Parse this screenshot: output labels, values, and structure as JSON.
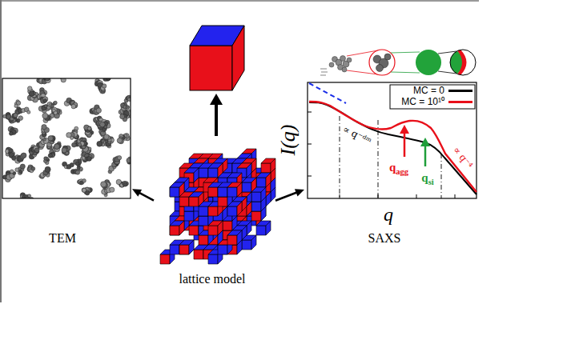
{
  "diagram": {
    "nodes": [
      {
        "text": [
          "TEM"
        ]
      },
      {
        "text": [
          "lattice model"
        ]
      },
      {
        "text": [
          "SAXS"
        ]
      }
    ],
    "edges": [
      {
        "from": 1,
        "to": 0,
        "arrow": "to"
      },
      {
        "from": 1,
        "to": 2,
        "arrow": "to"
      }
    ],
    "labels": [
      "I(q)",
      "q",
      "q",
      "agg",
      "q",
      "si",
      "∝ q⁻ᵈᵐ",
      "∝ q⁻⁴"
    ],
    "legend": [
      {
        "text": "MC = 0"
      },
      {
        "text": "MC = 10¹⁰"
      }
    ]
  }
}
